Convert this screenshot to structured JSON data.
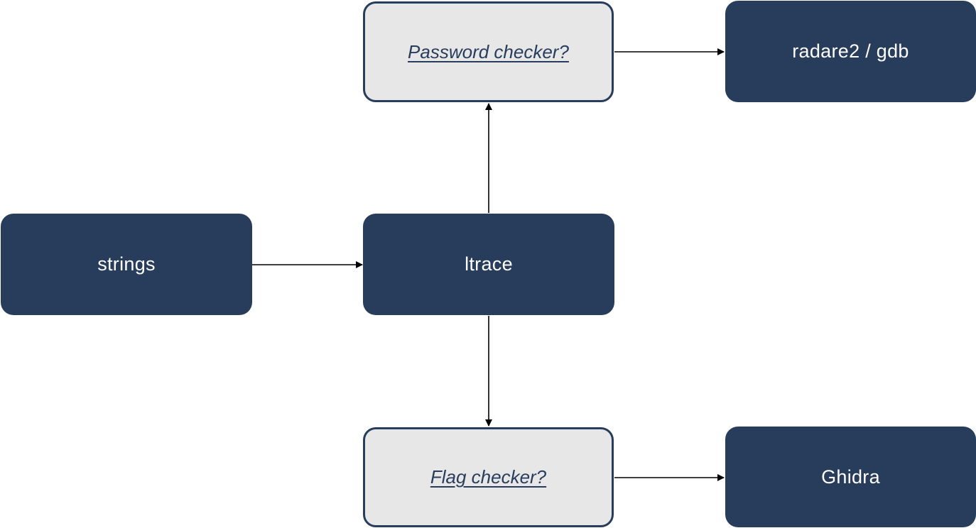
{
  "nodes": {
    "strings": {
      "label": "strings"
    },
    "ltrace": {
      "label": "ltrace"
    },
    "password_checker": {
      "label": "Password checker?"
    },
    "flag_checker": {
      "label": "Flag checker?"
    },
    "radare2_gdb": {
      "label": "radare2 / gdb"
    },
    "ghidra": {
      "label": "Ghidra"
    }
  },
  "edges": [
    {
      "from": "strings",
      "to": "ltrace"
    },
    {
      "from": "ltrace",
      "to": "password_checker"
    },
    {
      "from": "ltrace",
      "to": "flag_checker"
    },
    {
      "from": "password_checker",
      "to": "radare2_gdb"
    },
    {
      "from": "flag_checker",
      "to": "ghidra"
    }
  ],
  "colors": {
    "node_dark": "#283d5b",
    "node_light_fill": "#e7e7e8",
    "node_light_border": "#283d5b",
    "arrow": "#000000"
  }
}
